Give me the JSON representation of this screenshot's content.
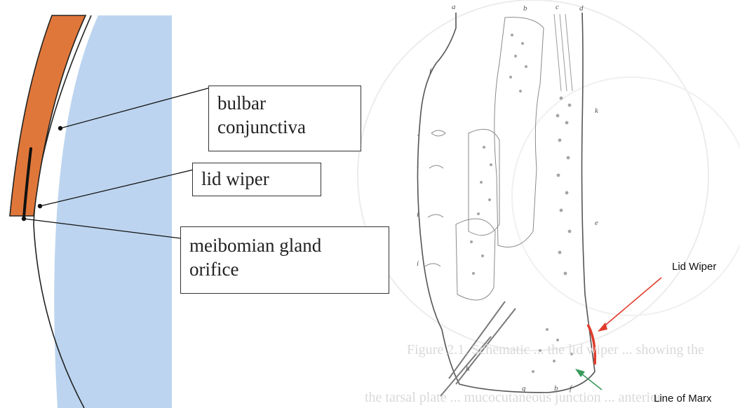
{
  "left_diagram": {
    "labels": {
      "bulbar_conjunctiva": [
        "bulbar",
        "conjunctiva"
      ],
      "lid_wiper": "lid wiper",
      "meibomian_gland_orifice": [
        "meibomian gland",
        "orifice"
      ]
    },
    "colors": {
      "eyelid": "#e0773a",
      "globe": "#bcd4ef",
      "leader": "#111111"
    }
  },
  "right_diagram": {
    "labels": {
      "lid_wiper": "Lid Wiper",
      "line_of_marx": "Line of Marx"
    },
    "letter_labels": [
      "a",
      "b",
      "c",
      "d",
      "f",
      "j",
      "i",
      "i",
      "i",
      "k",
      "e",
      "h",
      "g",
      "b",
      "f"
    ],
    "colors": {
      "lid_wiper_arrow": "#e03a2a",
      "line_of_marx_arrow": "#3a9a5a",
      "tissue_outline": "#6b6b6b",
      "glands": "#9a9a9a"
    }
  },
  "background_text": {
    "caption_fragment_1": "Figure 2.1. Schematic ... the lid wiper ... showing the",
    "caption_fragment_2": "the tarsal plate ... mucocutaneous junction ... anterior"
  }
}
